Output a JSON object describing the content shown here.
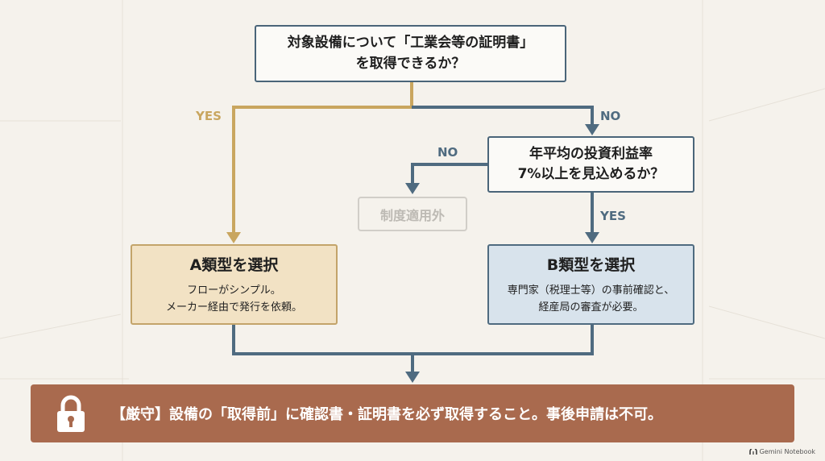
{
  "question1": {
    "line1": "対象設備について「工業会等の証明書」",
    "line2": "を取得できるか？"
  },
  "question2": {
    "line1": "年平均の投資利益率",
    "line2": "7%以上を見込めるか？"
  },
  "labels": {
    "yes_left": "YES",
    "no_right": "NO",
    "no_left": "NO",
    "yes_down": "YES"
  },
  "excluded": "制度適用外",
  "type_a": {
    "title": "A類型を選択",
    "desc1": "フローがシンプル。",
    "desc2": "メーカー経由で発行を依頼。"
  },
  "type_b": {
    "title": "B類型を選択",
    "desc1": "専門家（税理士等）の事前確認と、",
    "desc2": "経産局の審査が必要。"
  },
  "banner": {
    "text": "【厳守】設備の「取得前」に確認書・証明書を必ず取得すること。事後申請は不可。",
    "icon": "lock-icon"
  },
  "brand": "Gemini Notebook",
  "colors": {
    "gold": "#c9a65f",
    "blue": "#4f6b80",
    "banner": "#a96a4e",
    "type_a_bg": "#f2e2c4",
    "type_b_bg": "#d8e3ec"
  }
}
